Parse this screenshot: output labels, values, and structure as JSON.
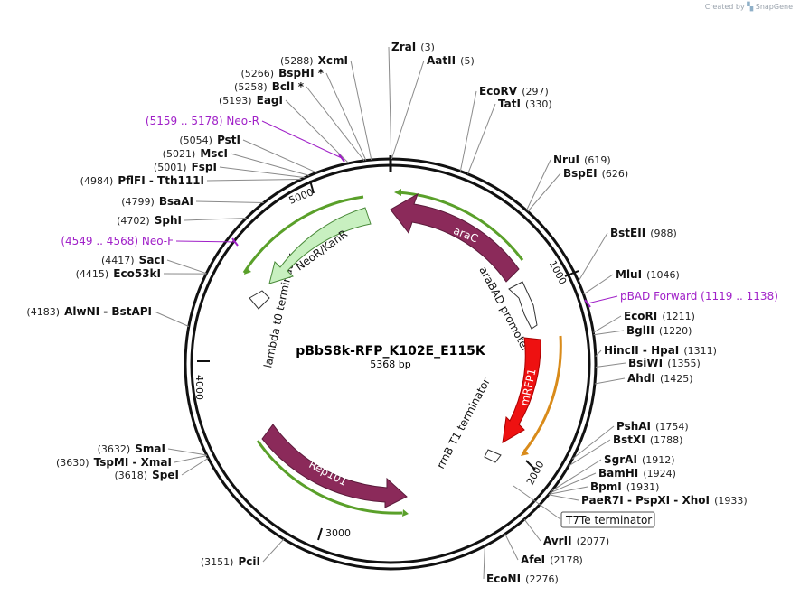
{
  "credit": {
    "created_by": "Created by",
    "app": "SnapGene"
  },
  "plasmid": {
    "name": "pBbS8k-RFP_K102E_E115K",
    "length_label": "5368 bp",
    "length": 5368
  },
  "ticks": [
    {
      "bp": 1000,
      "label": "1000"
    },
    {
      "bp": 2000,
      "label": "2000"
    },
    {
      "bp": 3000,
      "label": "3000"
    },
    {
      "bp": 4000,
      "label": "4000"
    },
    {
      "bp": 5000,
      "label": "5000"
    }
  ],
  "sites": [
    {
      "name": "ZraI",
      "pos": "(3)",
      "order": "name-first"
    },
    {
      "name": "AatII",
      "pos": "(5)",
      "order": "name-first"
    },
    {
      "name": "EcoRV",
      "pos": "(297)",
      "order": "name-first"
    },
    {
      "name": "TatI",
      "pos": "(330)",
      "order": "name-first"
    },
    {
      "name": "NruI",
      "pos": "(619)",
      "order": "name-first"
    },
    {
      "name": "BspEI",
      "pos": "(626)",
      "order": "name-first"
    },
    {
      "name": "BstEII",
      "pos": "(988)",
      "order": "name-first"
    },
    {
      "name": "MluI",
      "pos": "(1046)",
      "order": "name-first"
    },
    {
      "name": "EcoRI",
      "pos": "(1211)",
      "order": "name-first"
    },
    {
      "name": "BglII",
      "pos": "(1220)",
      "order": "name-first"
    },
    {
      "name": "HincII  -  HpaI",
      "pos": "(1311)",
      "order": "name-first"
    },
    {
      "name": "BsiWI",
      "pos": "(1355)",
      "order": "name-first"
    },
    {
      "name": "AhdI",
      "pos": "(1425)",
      "order": "name-first"
    },
    {
      "name": "PshAI",
      "pos": "(1754)",
      "order": "name-first"
    },
    {
      "name": "BstXI",
      "pos": "(1788)",
      "order": "name-first"
    },
    {
      "name": "SgrAI",
      "pos": "(1912)",
      "order": "name-first"
    },
    {
      "name": "BamHI",
      "pos": "(1924)",
      "order": "name-first"
    },
    {
      "name": "BpmI",
      "pos": "(1931)",
      "order": "name-first"
    },
    {
      "name": "PaeR7I  -  PspXI  -  XhoI",
      "pos": "(1933)",
      "order": "name-first"
    },
    {
      "name": "AvrII",
      "pos": "(2077)",
      "order": "name-first"
    },
    {
      "name": "AfeI",
      "pos": "(2178)",
      "order": "name-first"
    },
    {
      "name": "EcoNI",
      "pos": "(2276)",
      "order": "name-first"
    },
    {
      "name": "PciI",
      "pos": "(3151)",
      "order": "pos-first"
    },
    {
      "name": "SpeI",
      "pos": "(3618)",
      "order": "pos-first"
    },
    {
      "name": "TspMI  -  XmaI",
      "pos": "(3630)",
      "order": "pos-first"
    },
    {
      "name": "SmaI",
      "pos": "(3632)",
      "order": "pos-first"
    },
    {
      "name": "AlwNI  -  BstAPI",
      "pos": "(4183)",
      "order": "pos-first"
    },
    {
      "name": "Eco53kI",
      "pos": "(4415)",
      "order": "pos-first"
    },
    {
      "name": "SacI",
      "pos": "(4417)",
      "order": "pos-first"
    },
    {
      "name": "SphI",
      "pos": "(4702)",
      "order": "pos-first"
    },
    {
      "name": "BsaAI",
      "pos": "(4799)",
      "order": "pos-first"
    },
    {
      "name": "PflFI  -  Tth111I",
      "pos": "(4984)",
      "order": "pos-first"
    },
    {
      "name": "FspI",
      "pos": "(5001)",
      "order": "pos-first"
    },
    {
      "name": "MscI",
      "pos": "(5021)",
      "order": "pos-first"
    },
    {
      "name": "PstI",
      "pos": "(5054)",
      "order": "pos-first"
    },
    {
      "name": "EagI",
      "pos": "(5193)",
      "order": "pos-first"
    },
    {
      "name": "BclI *",
      "pos": "(5258)",
      "order": "pos-first"
    },
    {
      "name": "BspHI *",
      "pos": "(5266)",
      "order": "pos-first"
    },
    {
      "name": "XcmI",
      "pos": "(5288)",
      "order": "pos-first"
    }
  ],
  "primers": [
    {
      "name": "Neo-R",
      "range": "(5159 .. 5178)",
      "order": "range-first",
      "color": "#a020c8"
    },
    {
      "name": "Neo-F",
      "range": "(4549 .. 4568)",
      "order": "range-first",
      "color": "#a020c8"
    },
    {
      "name": "pBAD Forward",
      "range": "(1119 .. 1138)",
      "order": "name-first",
      "color": "#a020c8"
    }
  ],
  "features": [
    {
      "name": "araC",
      "type": "cds",
      "color": "#8b2a5a"
    },
    {
      "name": "araBAD promoter",
      "type": "promoter",
      "color": "#ffffff"
    },
    {
      "name": "mRFP1",
      "type": "cds",
      "color": "#ee1111"
    },
    {
      "name": "rrnB T1 terminator",
      "type": "terminator",
      "color": "#ffffff"
    },
    {
      "name": "T7Te terminator",
      "type": "terminator",
      "color": "#ffffff"
    },
    {
      "name": "Rep101",
      "type": "cds",
      "color": "#8b2a5a"
    },
    {
      "name": "lambda t0 terminator",
      "type": "terminator",
      "color": "#ffffff"
    },
    {
      "name": "NeoR/KanR",
      "type": "cds",
      "color": "#c8f0c0"
    }
  ],
  "colors": {
    "backbone": "#111111",
    "cds_dark": "#8b2a5a",
    "rfp": "#ee1111",
    "neo": "#c8f0c0",
    "green_track": "#5aa02a",
    "orange_track": "#d98b1a",
    "primer": "#a020c8",
    "leader": "#8a8a8a"
  }
}
